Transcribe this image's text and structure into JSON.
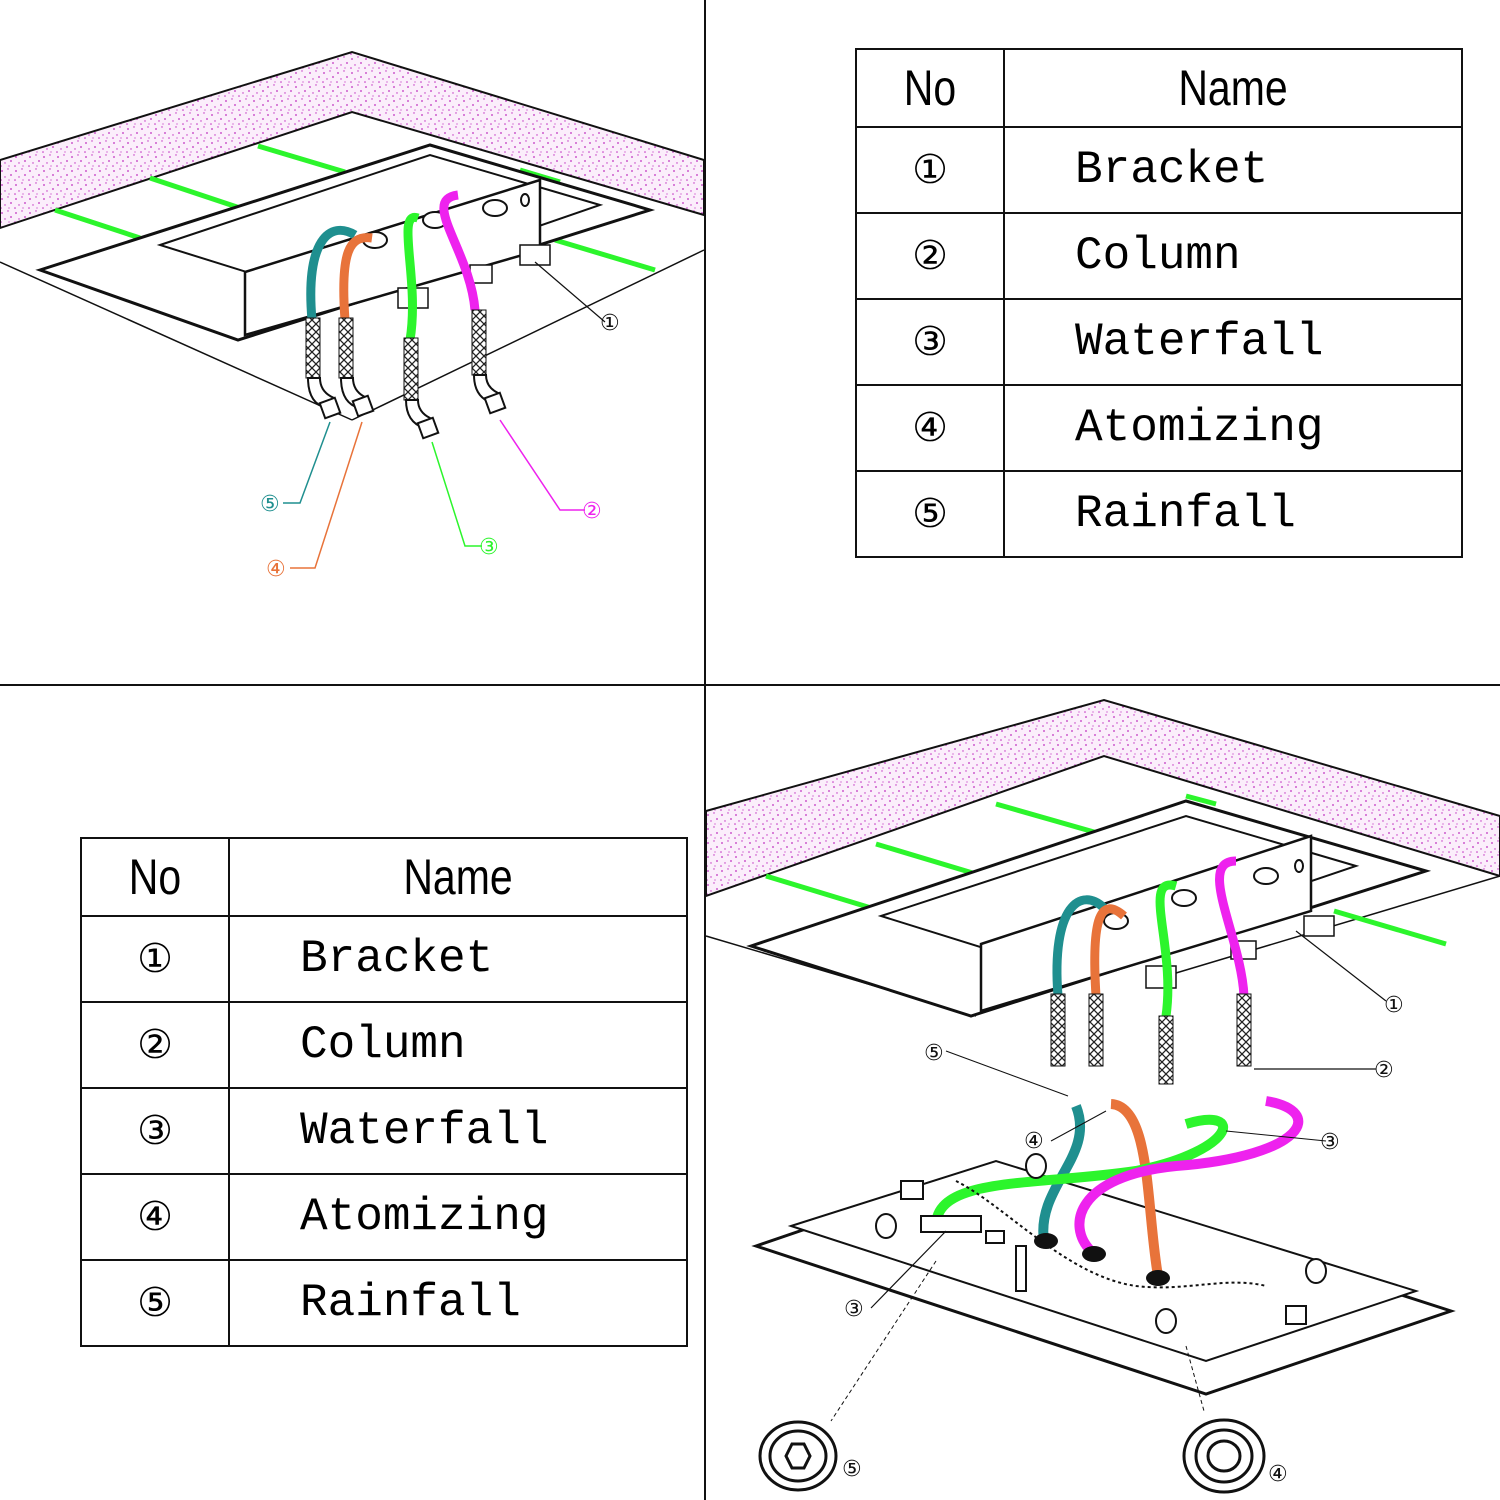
{
  "table": {
    "header_no": "No",
    "header_name": "Name",
    "rows": [
      {
        "no": "①",
        "name": "Bracket"
      },
      {
        "no": "②",
        "name": "Column"
      },
      {
        "no": "③",
        "name": "Waterfall"
      },
      {
        "no": "④",
        "name": "Atomizing"
      },
      {
        "no": "⑤",
        "name": "Rainfall"
      }
    ]
  },
  "colors": {
    "rainfall": "#1f8f8f",
    "atomizing": "#e8733a",
    "waterfall": "#2cf52c",
    "column": "#ee22ee",
    "ceiling": "#d040d0",
    "line": "#111111"
  },
  "callouts": {
    "c1": "①",
    "c2": "②",
    "c3": "③",
    "c4": "④",
    "c5": "⑤"
  }
}
